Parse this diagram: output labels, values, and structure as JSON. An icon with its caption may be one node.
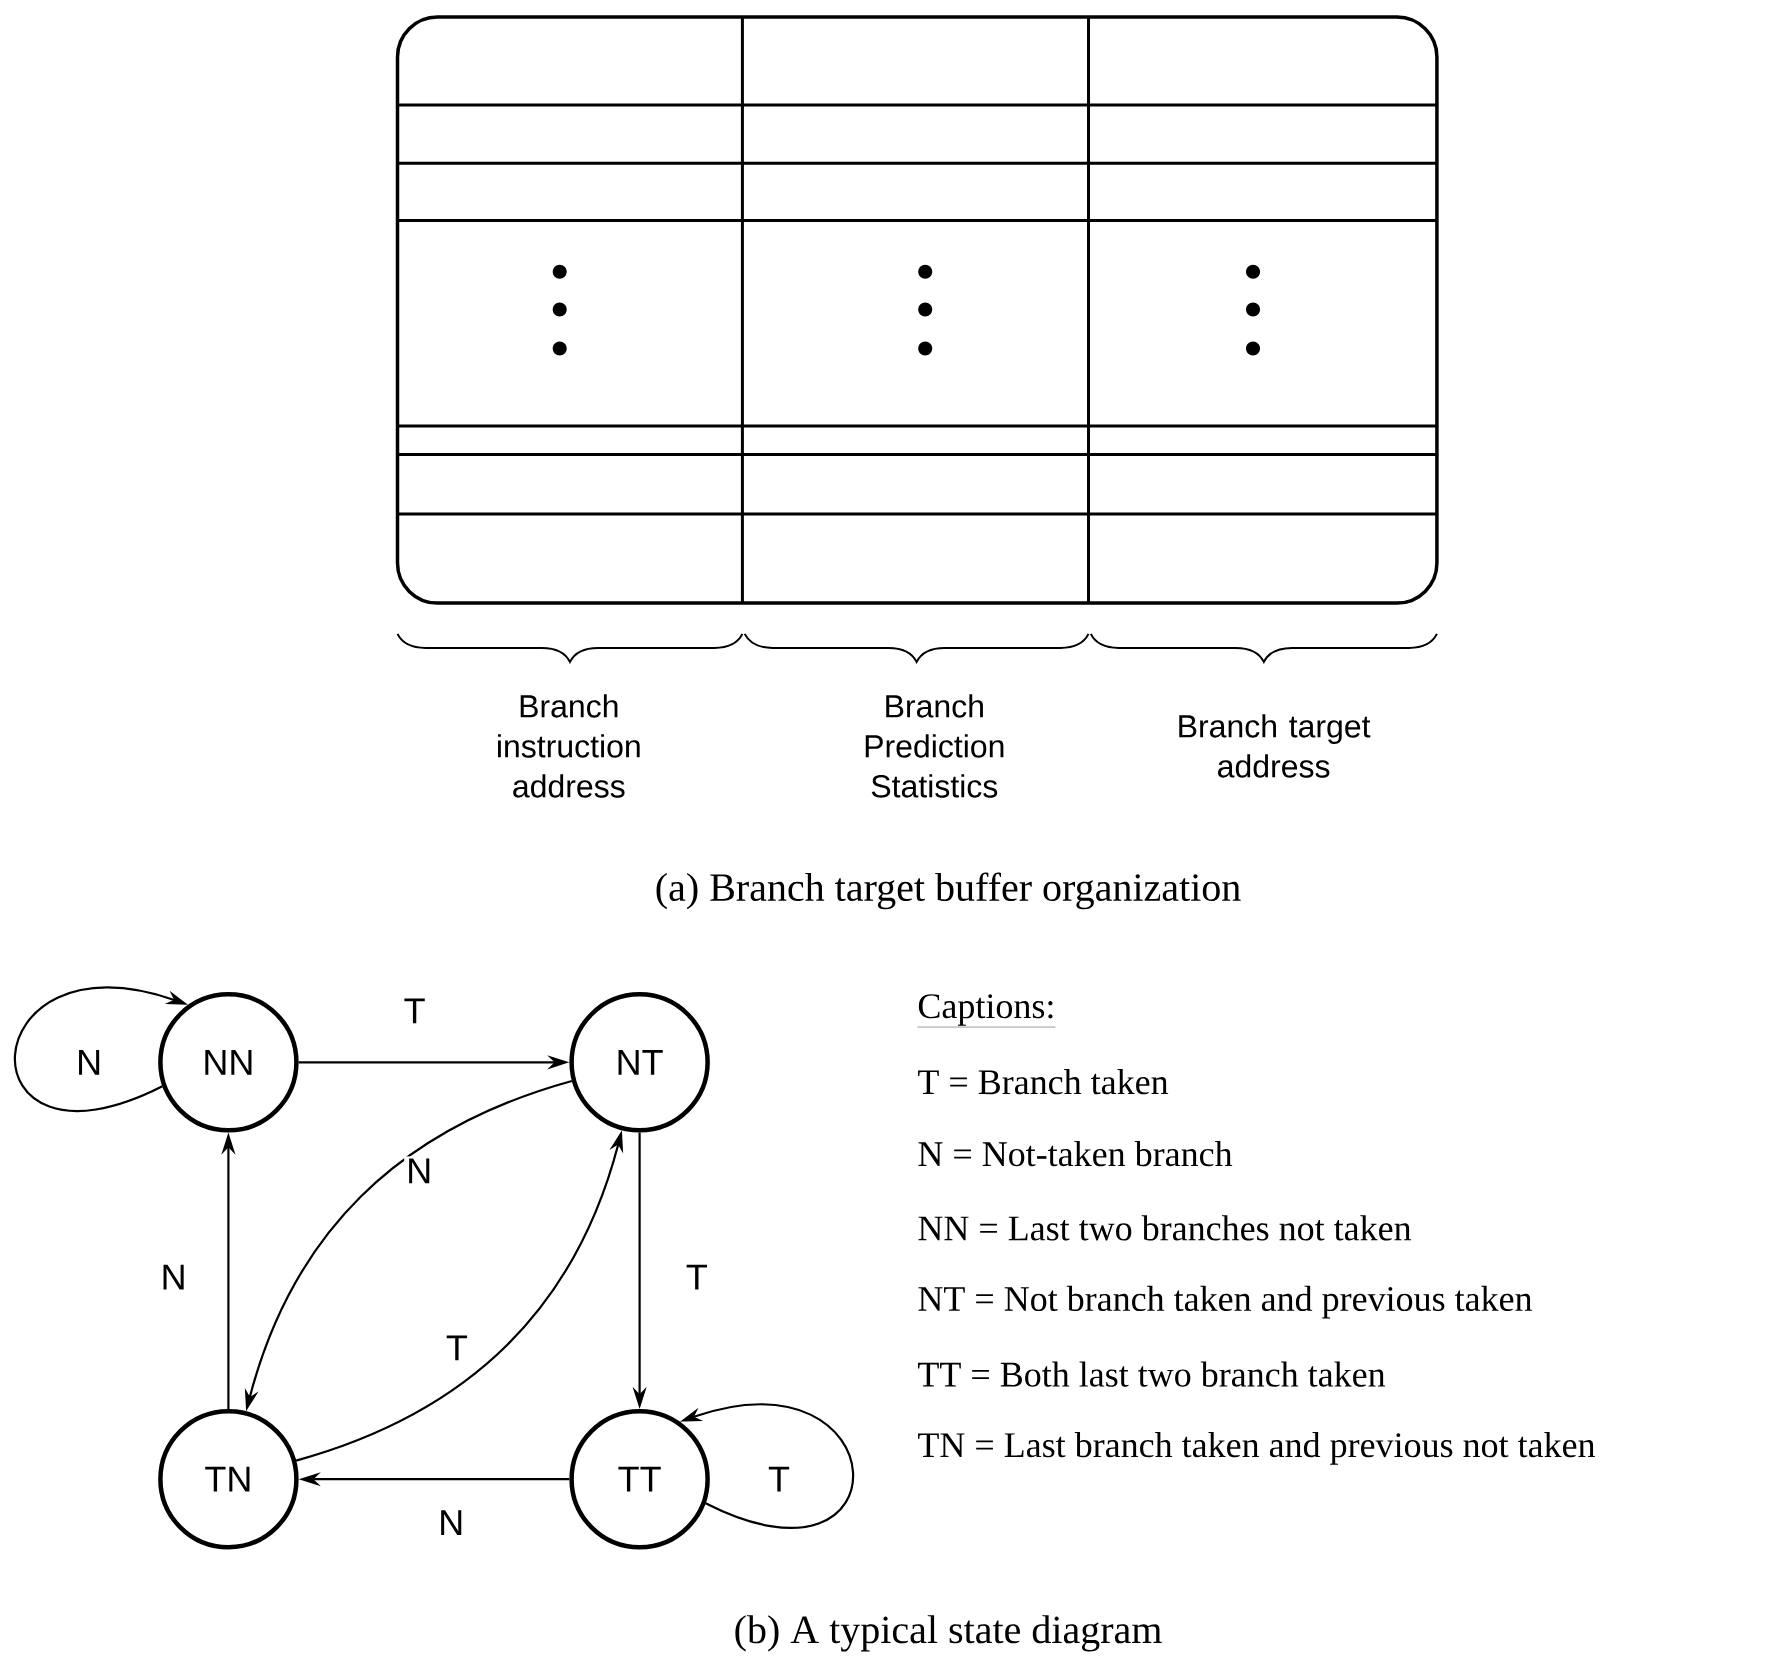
{
  "diagram": {
    "nodes": [
      {
        "text": [
          "NN"
        ]
      },
      {
        "text": [
          "NT"
        ]
      },
      {
        "text": [
          "TN"
        ]
      },
      {
        "text": [
          "TT"
        ]
      }
    ],
    "edges": [
      {
        "from": 0,
        "to": 0,
        "arrow": "to",
        "label": "N"
      },
      {
        "from": 0,
        "to": 1,
        "arrow": "to",
        "label": "T"
      },
      {
        "from": 1,
        "to": 2,
        "arrow": "to",
        "label": "N"
      },
      {
        "from": 2,
        "to": 0,
        "arrow": "to",
        "label": "N"
      },
      {
        "from": 2,
        "to": 1,
        "arrow": "to",
        "label": "T"
      },
      {
        "from": 1,
        "to": 3,
        "arrow": "to",
        "label": "T"
      },
      {
        "from": 3,
        "to": 3,
        "arrow": "to",
        "label": "T"
      },
      {
        "from": 3,
        "to": 2,
        "arrow": "to",
        "label": "N"
      }
    ],
    "labels": [
      "Branch instruction address",
      "Branch Prediction Statistics",
      "Branch target address",
      "(a) Branch target buffer organization",
      "Captions:",
      "T = Branch taken",
      "N = Not-taken branch",
      "NN = Last two branches not taken",
      "NT = Not branch taken and previous taken",
      "TT = Both last two branch taken",
      "TN = Last branch taken and previous not taken",
      "(b) A typical state diagram"
    ]
  }
}
